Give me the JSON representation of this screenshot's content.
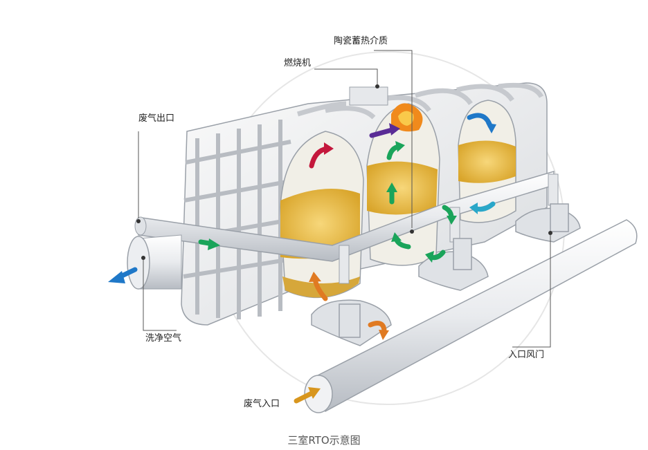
{
  "labels": {
    "ceramic_media": "陶瓷蓄热介质",
    "burner": "燃烧机",
    "exhaust_outlet": "废气出口",
    "clean_air": "洗净空气",
    "inlet_damper": "入口风门",
    "waste_gas_inlet": "废气入口"
  },
  "caption": "三室RTO示意图",
  "colors": {
    "media": "#e8b93a",
    "flame": "#f08a1c",
    "flow_green": "#1aa45a",
    "flow_blue": "#1f78c8",
    "flow_purple": "#5a2c96",
    "flow_red": "#c4183c",
    "flow_orange": "#e07a22",
    "flow_teal": "#2aa7c9"
  },
  "arrows": [
    {
      "name": "clean-air-out-arrow",
      "color": "flow_blue"
    },
    {
      "name": "duct-flow-arrow",
      "color": "flow_green"
    },
    {
      "name": "chamber1-up-arrow",
      "color": "flow_orange"
    },
    {
      "name": "chamber1-top-arrow",
      "color": "flow_red"
    },
    {
      "name": "burner-flow-arrow",
      "color": "flow_purple"
    },
    {
      "name": "chamber2-top-arrow",
      "color": "flow_green"
    },
    {
      "name": "chamber2-mid-arrow",
      "color": "flow_green"
    },
    {
      "name": "chamber2-bottom-arrow",
      "color": "flow_green"
    },
    {
      "name": "chamber3-top-arrow",
      "color": "flow_blue"
    },
    {
      "name": "chamber3-mid-arrow",
      "color": "flow_teal"
    },
    {
      "name": "bottom-return-arrow",
      "color": "flow_green"
    },
    {
      "name": "inlet-curve-arrow",
      "color": "flow_orange"
    },
    {
      "name": "waste-gas-in-arrow",
      "color": "flow_orange"
    }
  ]
}
